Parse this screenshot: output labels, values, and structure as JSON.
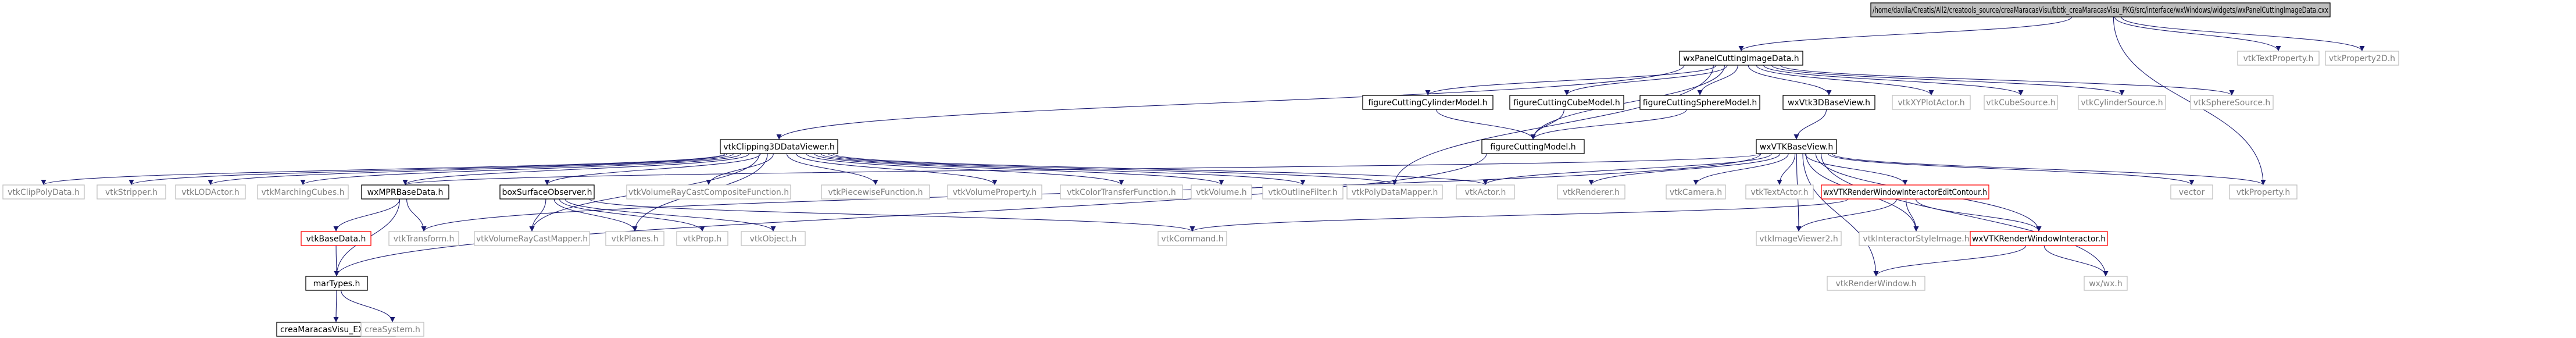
{
  "diagram": {
    "kind": "doxygen include dependency graph",
    "colors": {
      "edge": "#191970",
      "node_border": "#000000",
      "root_fill": "#bfbfbf",
      "undocumented_border": "#bfbfbf",
      "undocumented_text": "#7f7f7f",
      "broken_border": "#ff0000"
    },
    "nodes": [
      {
        "id": "root",
        "label": "/home/davila/Creatis/All2/creatools_source/creaMaracasVisu/bbtk_creaMaracasVisu_PKG/src/interface/wxWindows/widgets/wxPanelCuttingImageData.cxx"
      },
      {
        "id": "panel",
        "label": "wxPanelCuttingImageData.h"
      },
      {
        "id": "textprop",
        "label": "vtkTextProperty.h"
      },
      {
        "id": "prop2d",
        "label": "vtkProperty2D.h"
      },
      {
        "id": "clip3d",
        "label": "vtkClipping3DDataViewer.h"
      },
      {
        "id": "fccyl",
        "label": "figureCuttingCylinderModel.h"
      },
      {
        "id": "fccube",
        "label": "figureCuttingCubeModel.h"
      },
      {
        "id": "fcsph",
        "label": "figureCuttingSphereModel.h"
      },
      {
        "id": "vtk3d",
        "label": "wxVtk3DBaseView.h"
      },
      {
        "id": "xyplot",
        "label": "vtkXYPlotActor.h"
      },
      {
        "id": "cubesrc",
        "label": "vtkCubeSource.h"
      },
      {
        "id": "cylsrc",
        "label": "vtkCylinderSource.h"
      },
      {
        "id": "sphsrc",
        "label": "vtkSphereSource.h"
      },
      {
        "id": "fcmodel",
        "label": "figureCuttingModel.h"
      },
      {
        "id": "vtkbase",
        "label": "wxVTKBaseView.h"
      },
      {
        "id": "clippoly",
        "label": "vtkClipPolyData.h"
      },
      {
        "id": "stripper",
        "label": "vtkStripper.h"
      },
      {
        "id": "lod",
        "label": "vtkLODActor.h"
      },
      {
        "id": "mcubes",
        "label": "vtkMarchingCubes.h"
      },
      {
        "id": "mpr",
        "label": "wxMPRBaseData.h"
      },
      {
        "id": "boxsurf",
        "label": "boxSurfaceObserver.h"
      },
      {
        "id": "vrcomp",
        "label": "vtkVolumeRayCastCompositeFunction.h"
      },
      {
        "id": "piecewise",
        "label": "vtkPiecewiseFunction.h"
      },
      {
        "id": "volprop",
        "label": "vtkVolumeProperty.h"
      },
      {
        "id": "ctf",
        "label": "vtkColorTransferFunction.h"
      },
      {
        "id": "volume",
        "label": "vtkVolume.h"
      },
      {
        "id": "outline",
        "label": "vtkOutlineFilter.h"
      },
      {
        "id": "polymap",
        "label": "vtkPolyDataMapper.h"
      },
      {
        "id": "actor",
        "label": "vtkActor.h"
      },
      {
        "id": "renderer",
        "label": "vtkRenderer.h"
      },
      {
        "id": "camera",
        "label": "vtkCamera.h"
      },
      {
        "id": "textactor",
        "label": "vtkTextActor.h"
      },
      {
        "id": "wxrwiec",
        "label": "wxVTKRenderWindowInteractorEditContour.h"
      },
      {
        "id": "vector",
        "label": "vector"
      },
      {
        "id": "property",
        "label": "vtkProperty.h"
      },
      {
        "id": "basedata",
        "label": "vtkBaseData.h"
      },
      {
        "id": "transform",
        "label": "vtkTransform.h"
      },
      {
        "id": "vrmapper",
        "label": "vtkVolumeRayCastMapper.h"
      },
      {
        "id": "planes",
        "label": "vtkPlanes.h"
      },
      {
        "id": "vtkprop",
        "label": "vtkProp.h"
      },
      {
        "id": "vtkobject",
        "label": "vtkObject.h"
      },
      {
        "id": "command",
        "label": "vtkCommand.h"
      },
      {
        "id": "imgviewer",
        "label": "vtkImageViewer2.h"
      },
      {
        "id": "istyle",
        "label": "vtkInteractorStyleImage.h"
      },
      {
        "id": "wxrwi",
        "label": "wxVTKRenderWindowInteractor.h"
      },
      {
        "id": "martypes",
        "label": "marTypes.h"
      },
      {
        "id": "renwin",
        "label": "vtkRenderWindow.h"
      },
      {
        "id": "wxwx",
        "label": "wx/wx.h"
      },
      {
        "id": "export",
        "label": "creaMaracasVisu_EXPORT.h"
      },
      {
        "id": "creasys",
        "label": "creaSystem.h"
      }
    ]
  }
}
